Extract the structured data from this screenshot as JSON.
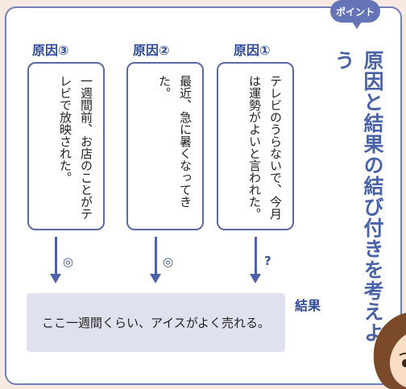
{
  "badge": "ポイント",
  "heading": "原因と結果の結び付きを考えよう",
  "causes": [
    {
      "label": "原因③",
      "text": "一週間前、お店のことがテレビで放映された。",
      "relation": "◎"
    },
    {
      "label": "原因②",
      "text": "最近、急に暑くなってきた。",
      "relation": "◎"
    },
    {
      "label": "原因①",
      "text": "テレビのうらないで、今月は運勢がよいと言われた。",
      "relation": "?"
    }
  ],
  "result": {
    "label": "結果",
    "text": "ここ一週間くらい、アイスがよく売れる。"
  },
  "colors": {
    "accent": "#4d62a9",
    "badge": "#6474b6",
    "result_box": "#dfe1ef",
    "background": "#f7e9e1"
  }
}
